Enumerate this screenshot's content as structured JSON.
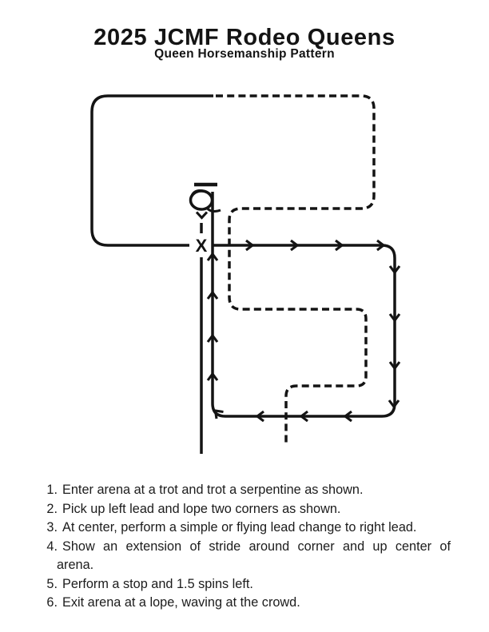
{
  "colors": {
    "background": "#ffffff",
    "ink": "#141414"
  },
  "header": {
    "title": "2025 JCMF Rodeo Queens",
    "subtitle": "Queen Horsemanship Pattern"
  },
  "diagram": {
    "marker_x": "X",
    "icons": {
      "spin_symbol": "spin-loop-1.5-left",
      "stop_bar": "stop-bar",
      "exit_arrow": "chevron-down",
      "path_arrows": "direction-chevrons"
    }
  },
  "instructions": {
    "items": [
      {
        "num": "1.",
        "text": "Enter arena at a trot and trot a serpentine as shown."
      },
      {
        "num": "2.",
        "text": "Pick up left lead and lope two corners as shown."
      },
      {
        "num": "3.",
        "text": "At center, perform a simple or flying lead change to right lead."
      },
      {
        "num": "4.",
        "line1": "Show an extension of stride around corner and up center of",
        "line2": "arena."
      },
      {
        "num": "5.",
        "text": "Perform a stop and 1.5 spins left."
      },
      {
        "num": "6.",
        "text": "Exit arena at a lope, waving at the crowd."
      }
    ]
  }
}
